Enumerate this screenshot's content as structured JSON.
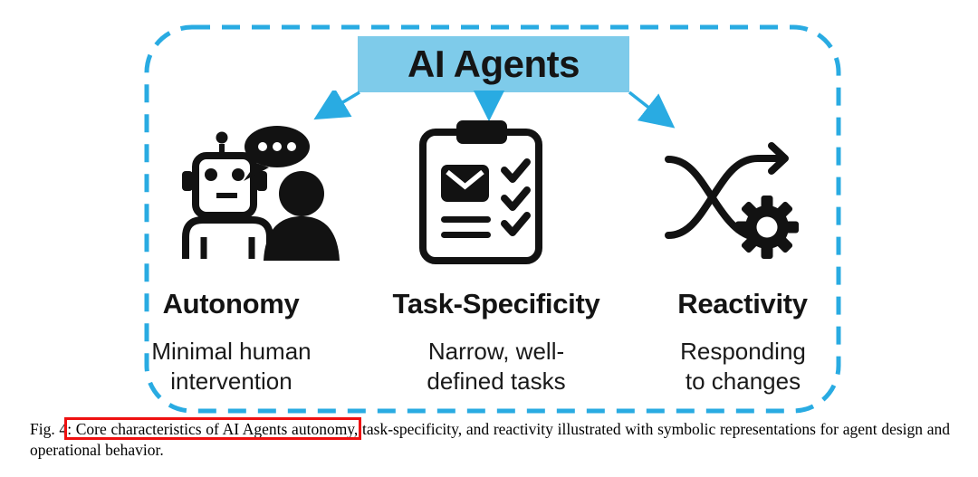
{
  "figure": {
    "title": "AI Agents",
    "columns": [
      {
        "heading": "Autonomy",
        "icon": "robot-chat-person-icon",
        "desc_lines": [
          "Minimal human",
          "intervention"
        ]
      },
      {
        "heading": "Task-Specificity",
        "icon": "clipboard-checklist-icon",
        "desc_lines": [
          "Narrow, well-",
          "defined tasks"
        ]
      },
      {
        "heading": "Reactivity",
        "icon": "shuffle-gear-icon",
        "desc_lines": [
          "Responding",
          "to changes"
        ]
      }
    ]
  },
  "caption": {
    "prefix": "Fig. 4",
    "highlighted": ": Core characteristics of AI Agents autonomy,",
    "rest": " task-specificity, and reactivity illustrated with symbolic representations for agent design and operational behavior."
  },
  "colors": {
    "accent_cyan": "#29ABE2",
    "title_box_bg": "#7ECBEA",
    "icon_black": "#121212",
    "highlight_red": "#EE1111",
    "text_black": "#111111"
  }
}
